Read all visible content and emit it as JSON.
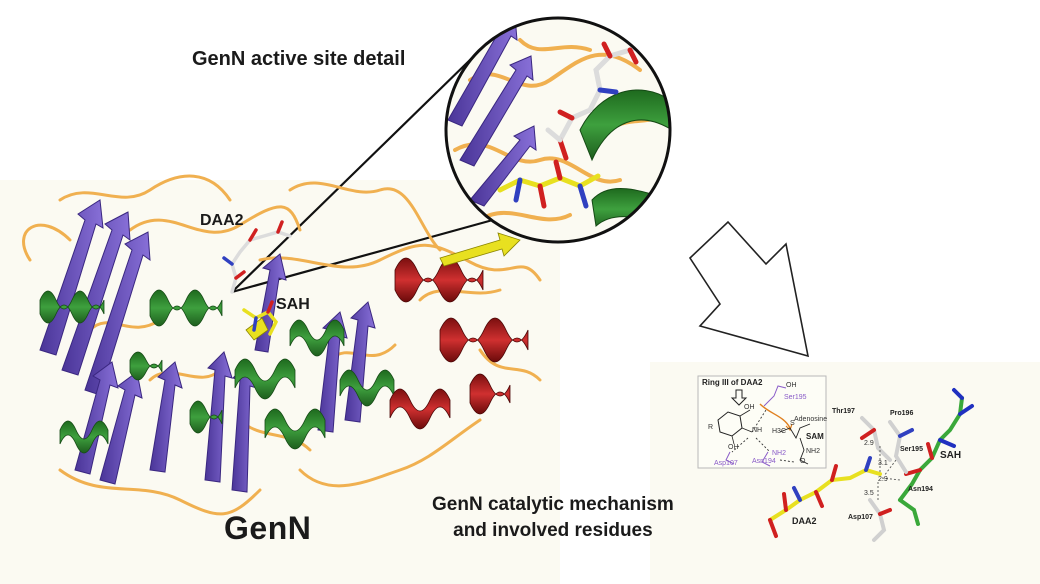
{
  "labels": {
    "active_site": "GenN active site detail",
    "daa2": "DAA2",
    "sah": "SAH",
    "protein": "GenN",
    "mechanism_line1": "GenN catalytic mechanism",
    "mechanism_line2": "and involved residues"
  },
  "mechanism_panel": {
    "ring_label": "Ring III of DAA2",
    "adenosine": "Adenosine",
    "sam": "SAM",
    "ser195": "Ser195",
    "asp107": "Asp107",
    "asn194": "Asn194",
    "oh1": "OH",
    "oh2": "OH",
    "oh3": "OH",
    "nh": "NH",
    "r": "R",
    "nh2": "NH2",
    "nh2b": "NH2",
    "o": "O",
    "h3c": "H3C",
    "s": "S"
  },
  "residue_panel": {
    "thr197": "Thr197",
    "pro196": "Pro196",
    "ser195": "Ser195",
    "asn194": "Asn194",
    "asp107": "Asp107",
    "sah": "SAH",
    "daa2": "DAA2",
    "d1": "2.9",
    "d2": "3.1",
    "d3": "2.9",
    "d4": "3.5"
  },
  "colors": {
    "sheet": "#6a4fb8",
    "helix_green": "#2f8a2f",
    "helix_red": "#b01e1e",
    "loop": "#f0b050",
    "ligand_carbon": "#d8d8d8",
    "sah_yellow": "#e8e020"
  }
}
